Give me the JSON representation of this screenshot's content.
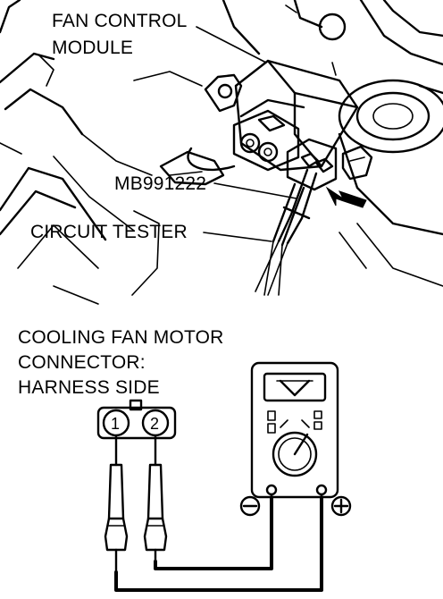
{
  "labels": {
    "fan_control_module_line1": "FAN CONTROL",
    "fan_control_module_line2": "MODULE",
    "tool_number": "MB991222",
    "circuit_tester": "CIRCUIT TESTER",
    "connector_line1": "COOLING FAN MOTOR",
    "connector_line2": "CONNECTOR:",
    "connector_line3": "HARNESS SIDE"
  },
  "connector": {
    "pin_1": "1",
    "pin_2": "2"
  },
  "meter": {
    "negative_terminal": "−",
    "positive_terminal": "+"
  }
}
